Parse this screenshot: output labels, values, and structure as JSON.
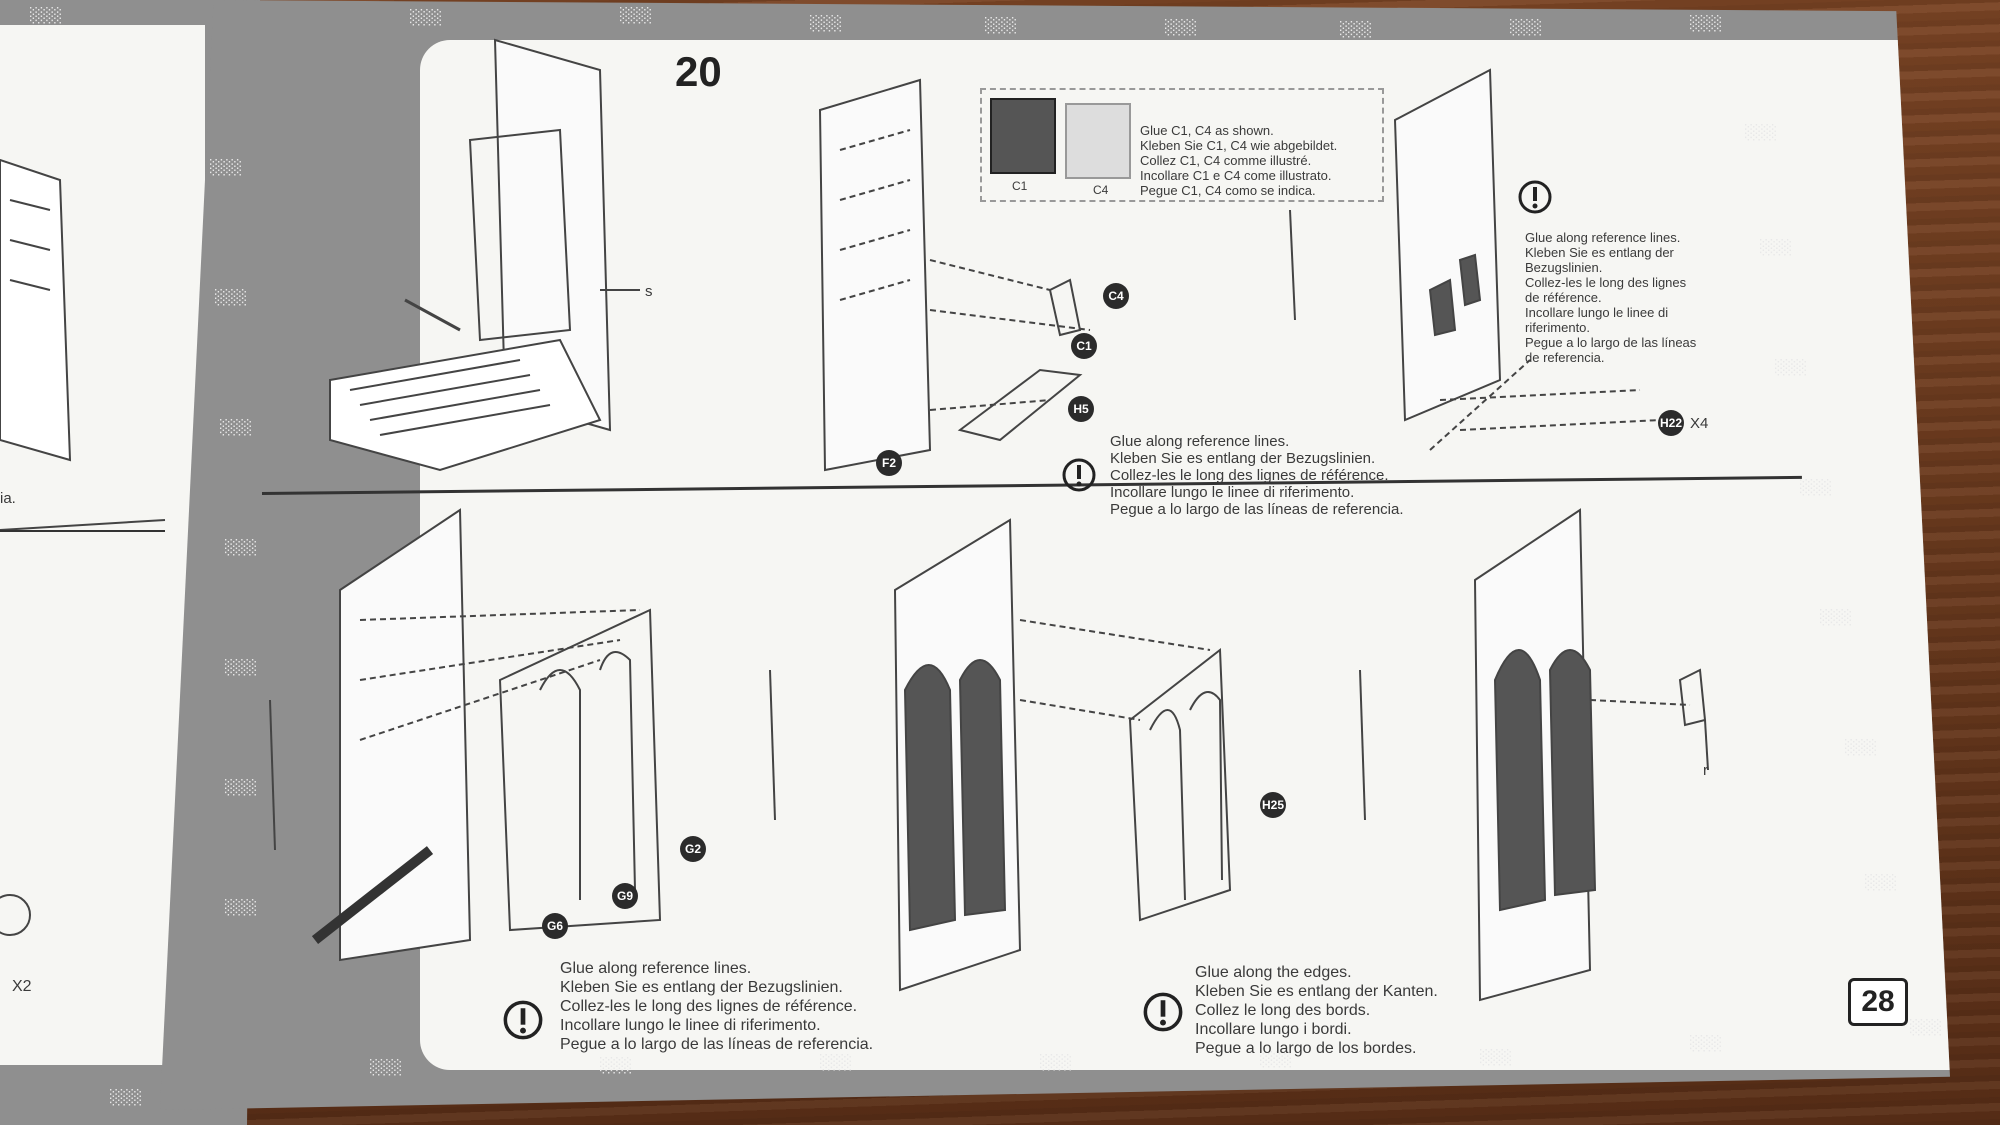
{
  "step_number": "20",
  "page_number": "28",
  "top_right": {
    "parts_labels": [
      "C1",
      "C4"
    ],
    "glue_lines": [
      "Glue C1, C4 as shown.",
      "Kleben Sie C1, C4 wie abgebildet.",
      "Collez C1, C4 comme illustré.",
      "Incollare C1 e C4 come illustrato.",
      "Pegue C1, C4 como se indica."
    ]
  },
  "note_reference_right": [
    "Glue along reference lines.",
    "Kleben Sie es entlang der",
    "Bezugslinien.",
    "Collez-les le long des lignes",
    "de référence.",
    "Incollare lungo le linee di",
    "riferimento.",
    "Pegue a lo largo de las líneas",
    "de referencia."
  ],
  "note_reference_mid": [
    "Glue along reference lines.",
    "Kleben Sie es entlang der Bezugslinien.",
    "Collez-les le long des lignes de référence.",
    "Incollare lungo le linee di riferimento.",
    "Pegue a lo largo de las líneas de referencia."
  ],
  "note_reference_bottom": [
    "Glue along reference lines.",
    "Kleben Sie es entlang der Bezugslinien.",
    "Collez-les le long des lignes de référence.",
    "Incollare lungo le linee di riferimento.",
    "Pegue a lo largo de las líneas de referencia."
  ],
  "note_edges": [
    "Glue along the edges.",
    "Kleben Sie es entlang der Kanten.",
    "Collez le long des bords.",
    "Incollare lungo i bordi.",
    "Pegue a lo largo de los bordes."
  ],
  "badges": {
    "c4": "C4",
    "c1": "C1",
    "h5": "H5",
    "f2": "F2",
    "h22": "H22",
    "g2": "G2",
    "g9": "G9",
    "g6": "G6",
    "h25": "H25"
  },
  "multipliers": {
    "h22": "X4",
    "left_x2": "X2"
  },
  "small_labels": {
    "s": "s",
    "r": "r",
    "left_cut": "ia."
  },
  "tile_glyph": "░░░",
  "colors": {
    "page_frame": "#8f8f8f",
    "paper": "#f6f6f3",
    "ink": "#2b2b2b",
    "wood": "#6b3a1e"
  }
}
